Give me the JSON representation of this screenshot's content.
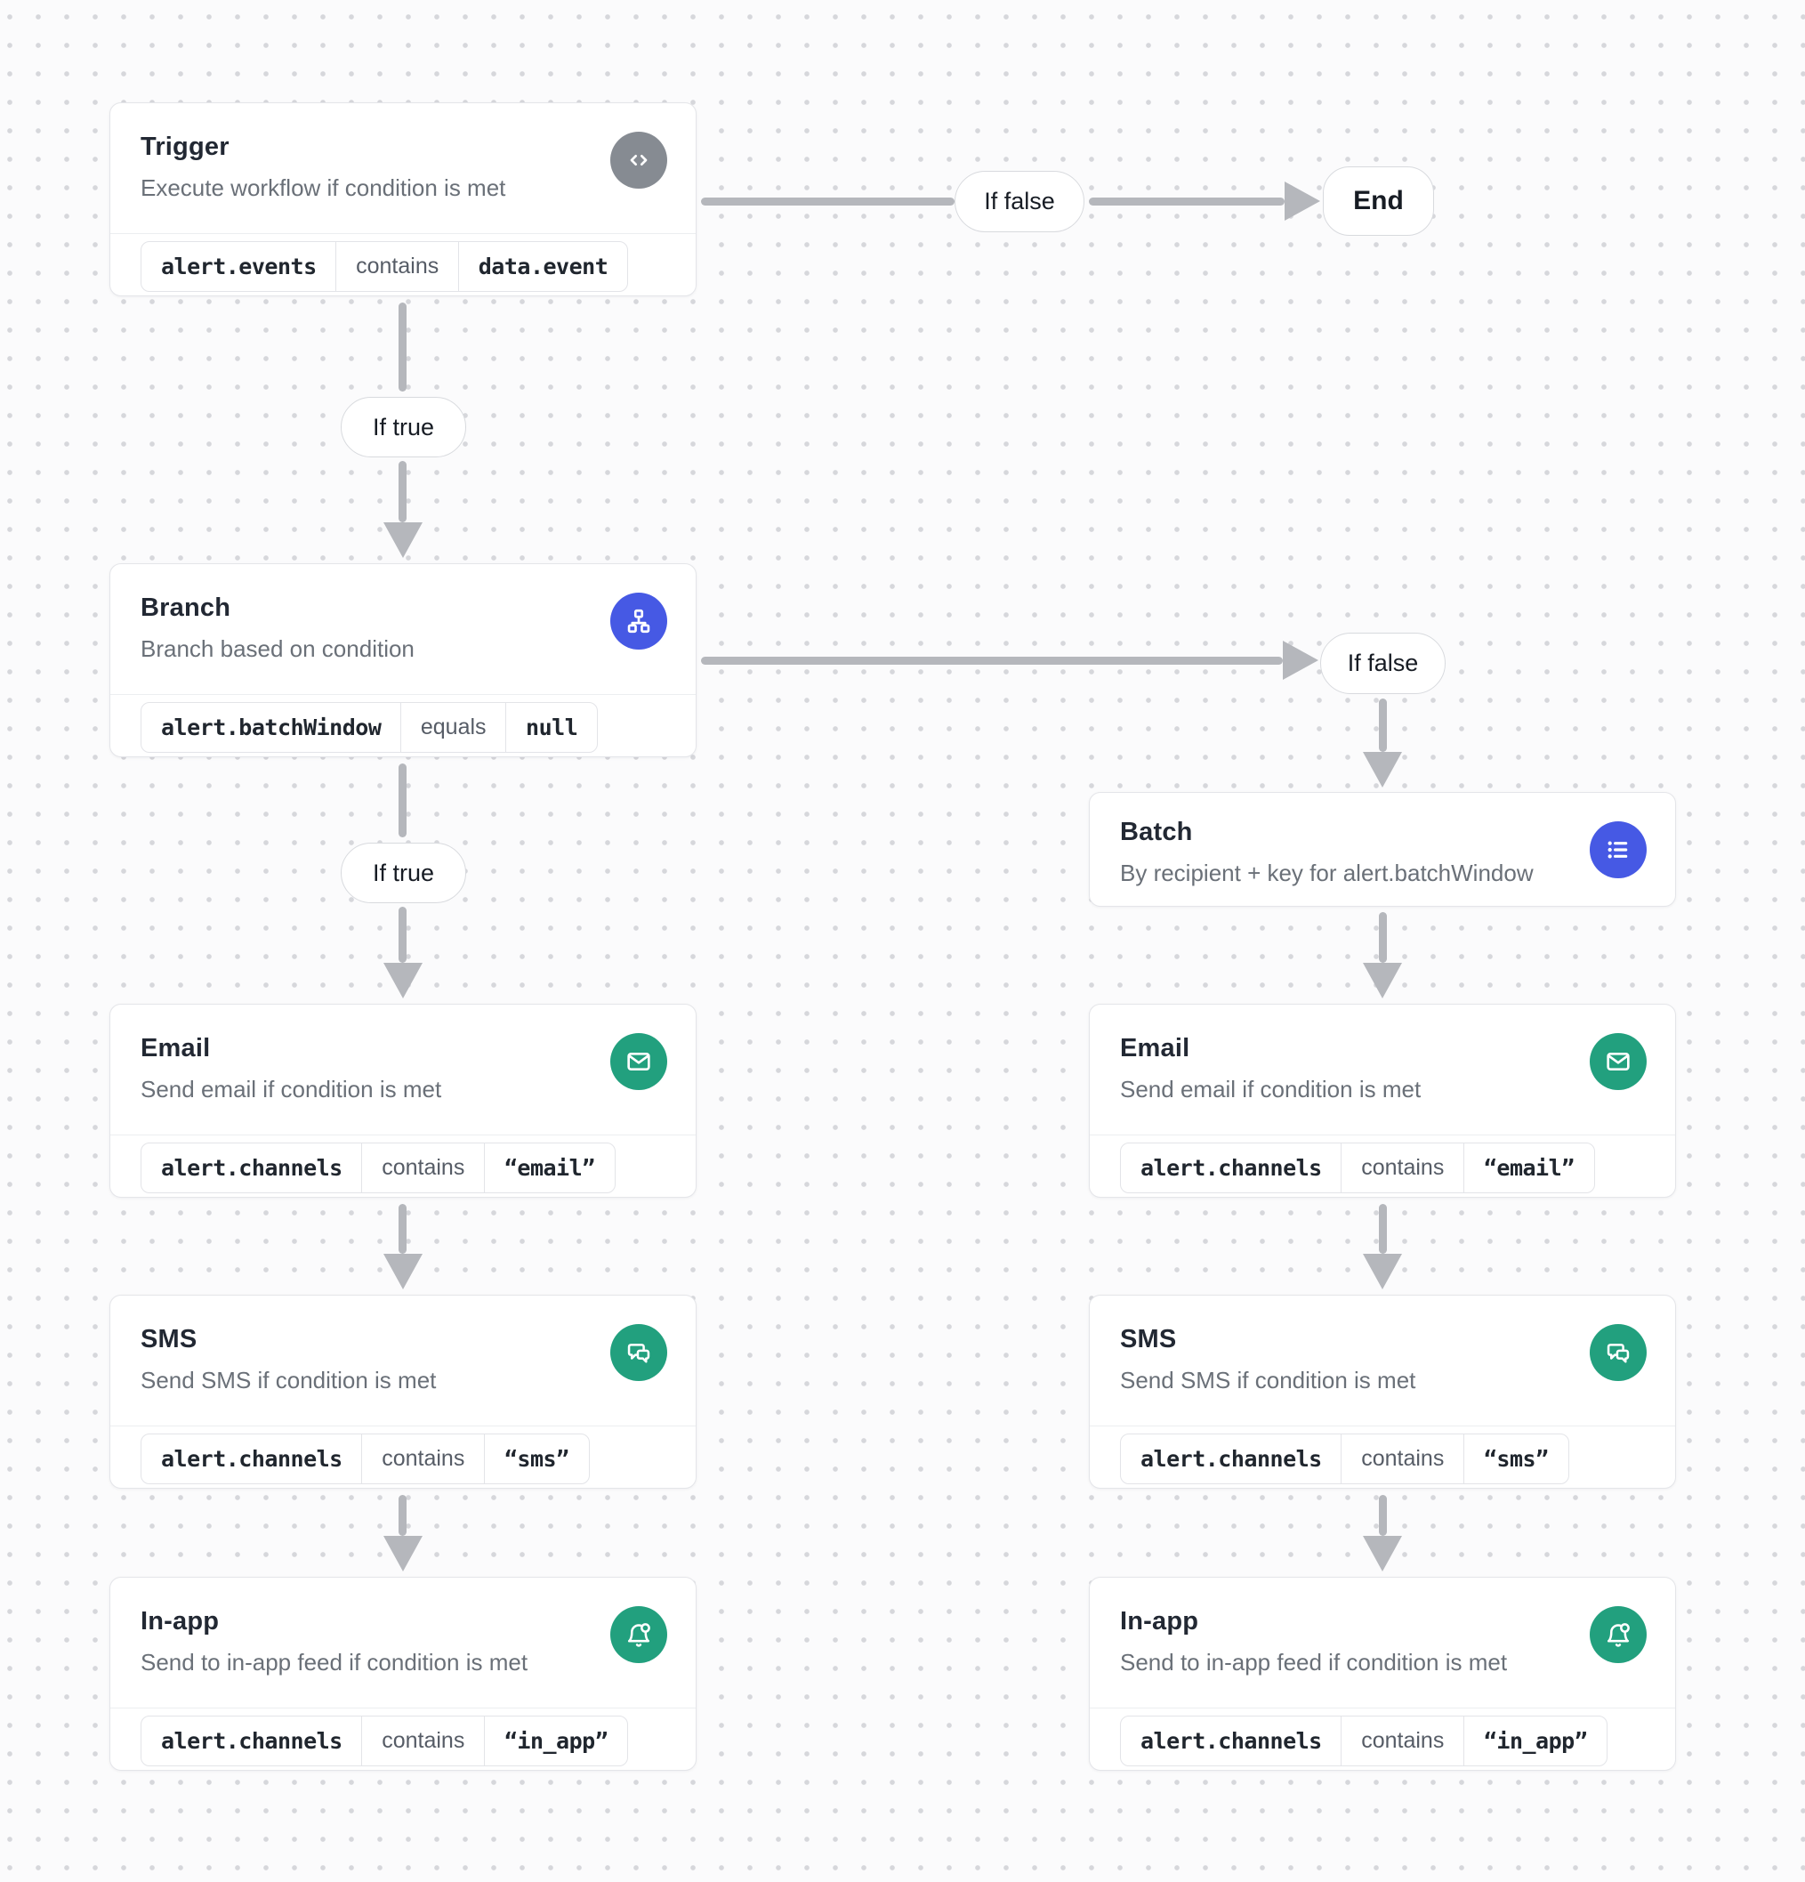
{
  "labels": {
    "if_true": "If true",
    "if_false": "If false",
    "end": "End"
  },
  "nodes": {
    "trigger": {
      "title": "Trigger",
      "subtitle": "Execute workflow if condition is met",
      "icon": "code-icon",
      "condition": {
        "field": "alert.events",
        "operator": "contains",
        "value": "data.event"
      }
    },
    "branch": {
      "title": "Branch",
      "subtitle": "Branch based on condition",
      "icon": "sitemap-icon",
      "condition": {
        "field": "alert.batchWindow",
        "operator": "equals",
        "value": "null"
      }
    },
    "batch": {
      "title": "Batch",
      "subtitle": "By recipient + key for alert.batchWindow",
      "icon": "list-icon"
    },
    "email": {
      "title": "Email",
      "subtitle": "Send email if condition is met",
      "icon": "mail-icon",
      "condition": {
        "field": "alert.channels",
        "operator": "contains",
        "value": "“email”"
      }
    },
    "sms": {
      "title": "SMS",
      "subtitle": "Send SMS if condition is met",
      "icon": "chat-bubbles-icon",
      "condition": {
        "field": "alert.channels",
        "operator": "contains",
        "value": "“sms”"
      }
    },
    "in_app": {
      "title": "In-app",
      "subtitle": "Send to in-app feed if condition is met",
      "icon": "bell-dot-icon",
      "condition": {
        "field": "alert.channels",
        "operator": "contains",
        "value": "“in_app”"
      }
    }
  },
  "colors": {
    "accent_blue": "#4659e4",
    "accent_green": "#22a07e",
    "icon_gray": "#868b92",
    "edge_gray": "#b5b7bc"
  }
}
